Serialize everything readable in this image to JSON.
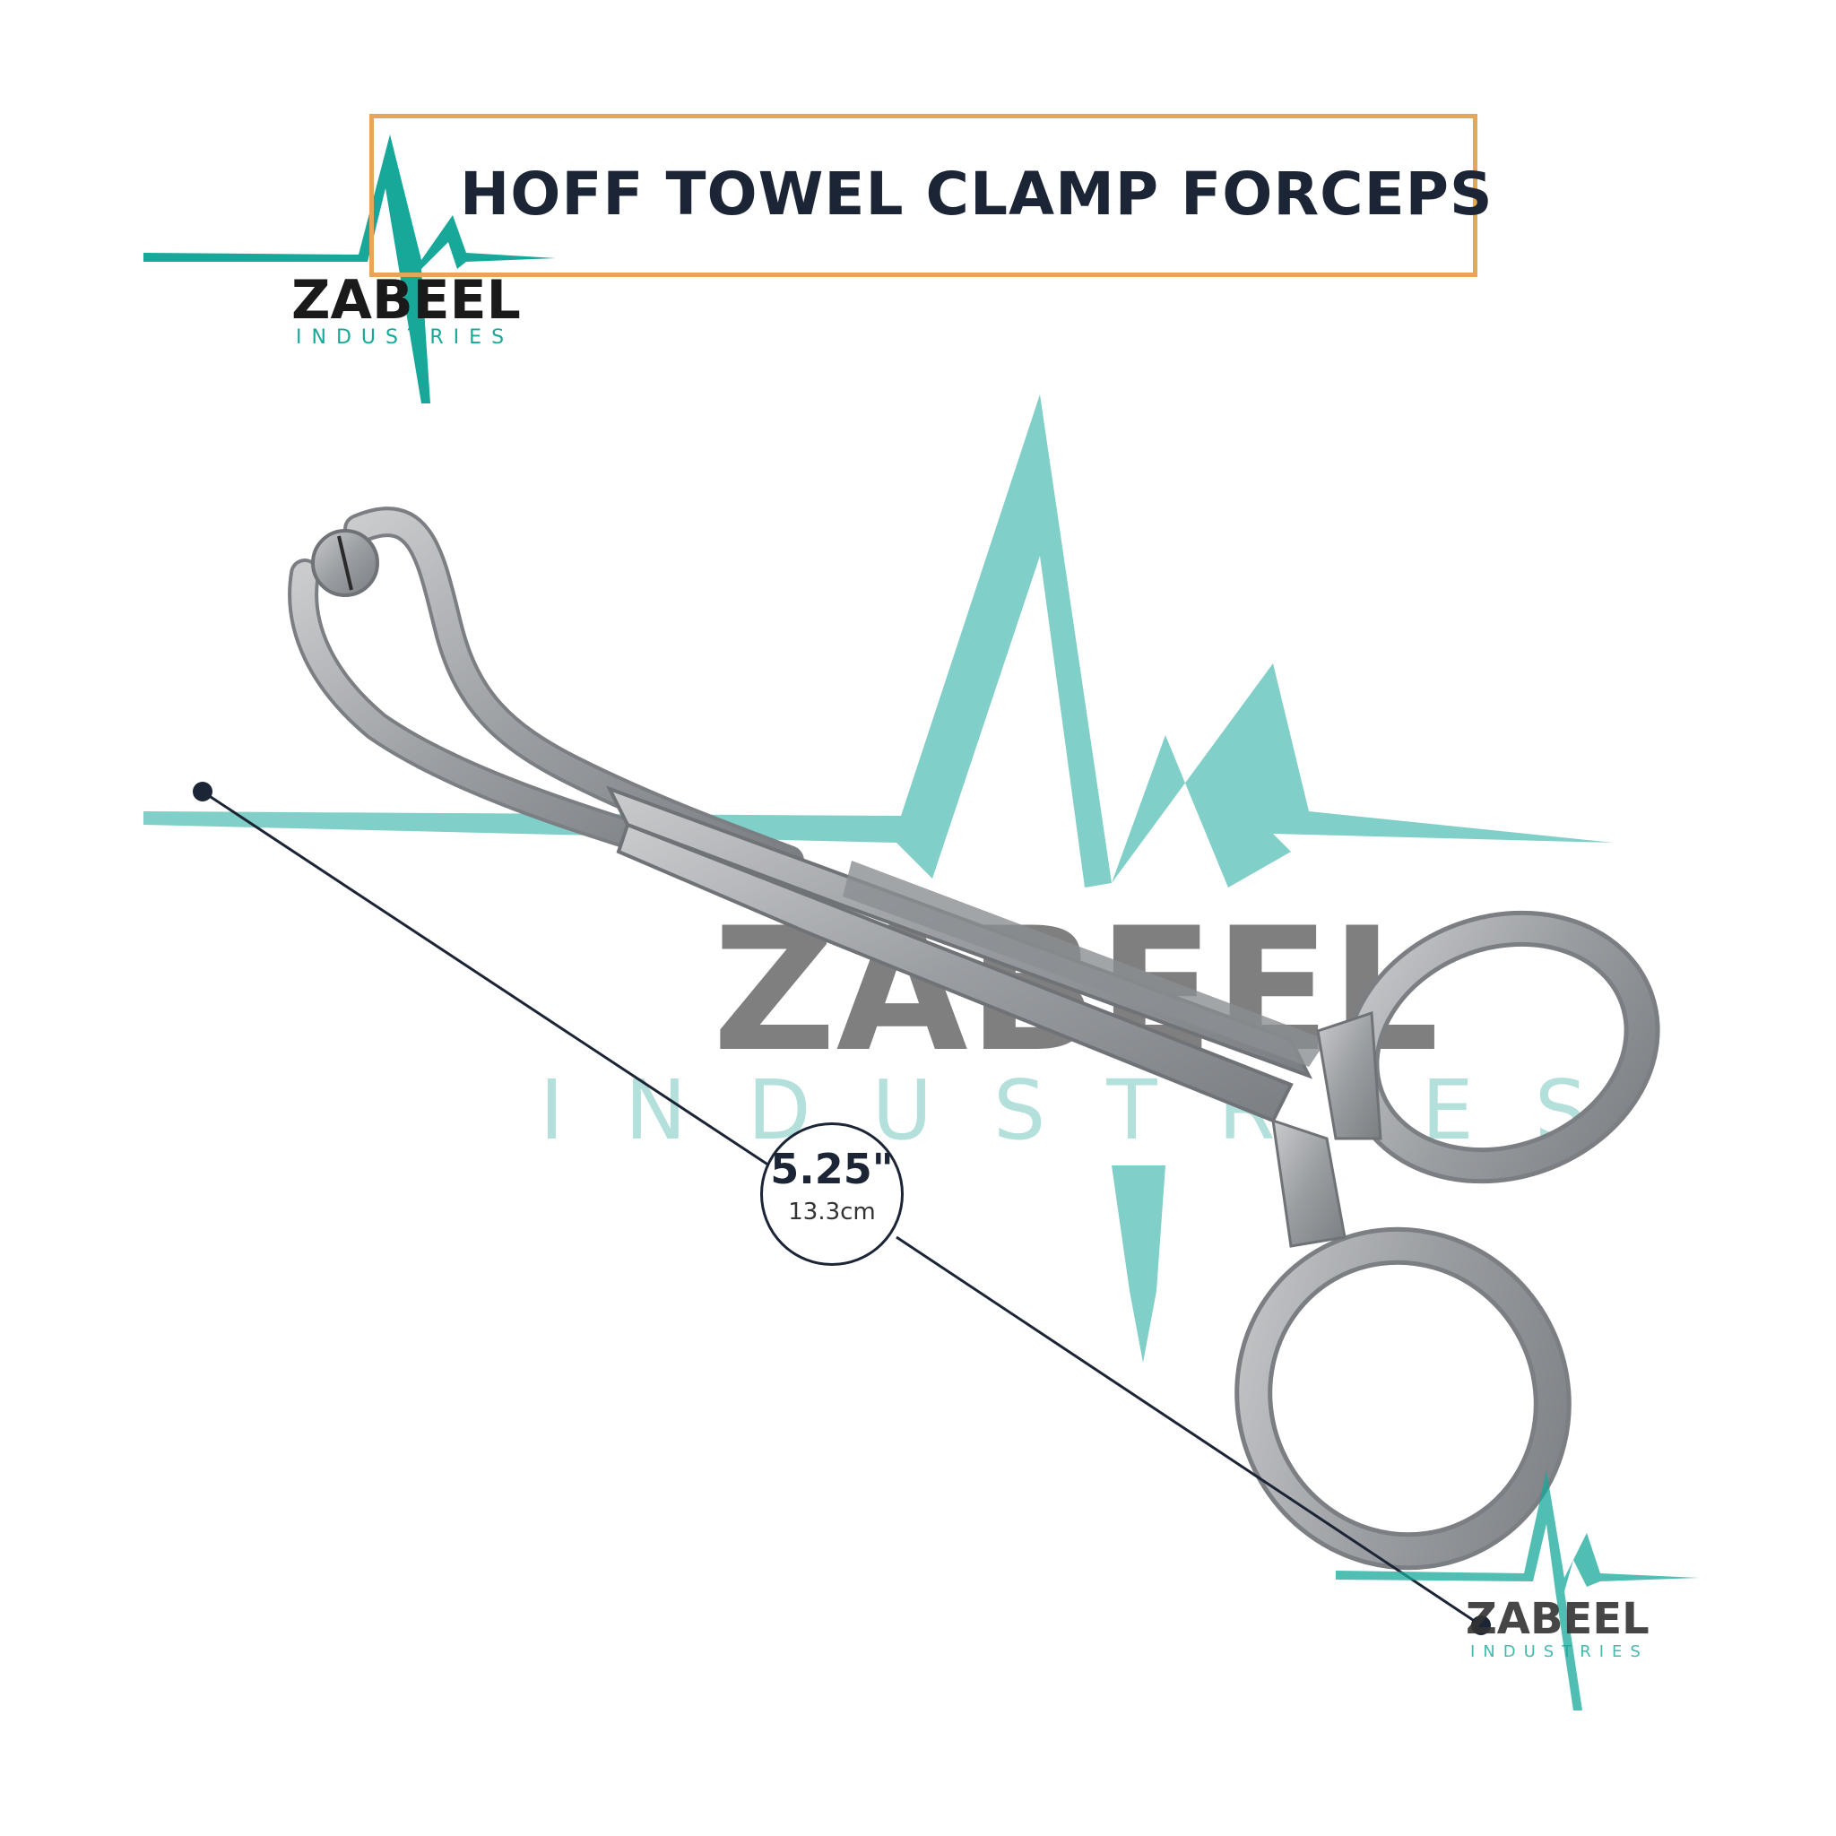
{
  "title": "HOFF TOWEL CLAMP FORCEPS",
  "logo": {
    "brand": "ZABEEL",
    "tagline": "INDUSTRIES"
  },
  "dimension": {
    "inches": "5.25\"",
    "cm": "13.3cm"
  },
  "colors": {
    "title_border": "#e5a65a",
    "title_text": "#1c2536",
    "brand_teal": "#17a89a",
    "watermark_teal": "#5bbcb0",
    "steel": "#9a9da1",
    "steel_dark": "#6f7276"
  }
}
